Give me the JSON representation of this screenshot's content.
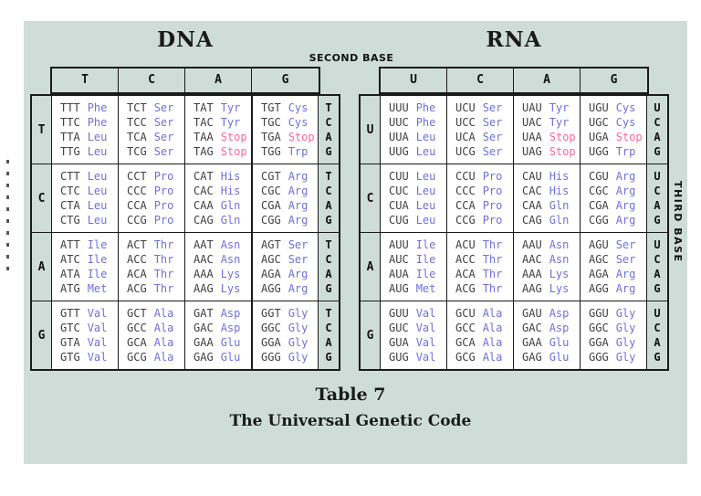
{
  "labels": {
    "second_base": "SECOND BASE",
    "third_base": "THIRD BASE"
  },
  "caption": {
    "line1": "Table 7",
    "line2": "The Universal Genetic Code"
  },
  "colors": {
    "panel_bg": "#cfddd9",
    "cell_bg": "#ffffff",
    "codon_text": "#404040",
    "amino_acid_text": "#6e70dc",
    "stop_text": "#ff6699",
    "border": "#1a1a1a"
  },
  "tables": [
    {
      "title": "DNA",
      "column_headers": [
        "T",
        "C",
        "A",
        "G"
      ],
      "row_headers": [
        "T",
        "C",
        "A",
        "G"
      ],
      "third_base_letters": [
        "T",
        "C",
        "A",
        "G"
      ],
      "cells": [
        [
          [
            [
              "TTT",
              "Phe"
            ],
            [
              "TTC",
              "Phe"
            ],
            [
              "TTA",
              "Leu"
            ],
            [
              "TTG",
              "Leu"
            ]
          ],
          [
            [
              "TCT",
              "Ser"
            ],
            [
              "TCC",
              "Ser"
            ],
            [
              "TCA",
              "Ser"
            ],
            [
              "TCG",
              "Ser"
            ]
          ],
          [
            [
              "TAT",
              "Tyr"
            ],
            [
              "TAC",
              "Tyr"
            ],
            [
              "TAA",
              "Stop"
            ],
            [
              "TAG",
              "Stop"
            ]
          ],
          [
            [
              "TGT",
              "Cys"
            ],
            [
              "TGC",
              "Cys"
            ],
            [
              "TGA",
              "Stop"
            ],
            [
              "TGG",
              "Trp"
            ]
          ]
        ],
        [
          [
            [
              "CTT",
              "Leu"
            ],
            [
              "CTC",
              "Leu"
            ],
            [
              "CTA",
              "Leu"
            ],
            [
              "CTG",
              "Leu"
            ]
          ],
          [
            [
              "CCT",
              "Pro"
            ],
            [
              "CCC",
              "Pro"
            ],
            [
              "CCA",
              "Pro"
            ],
            [
              "CCG",
              "Pro"
            ]
          ],
          [
            [
              "CAT",
              "His"
            ],
            [
              "CAC",
              "His"
            ],
            [
              "CAA",
              "Gln"
            ],
            [
              "CAG",
              "Gln"
            ]
          ],
          [
            [
              "CGT",
              "Arg"
            ],
            [
              "CGC",
              "Arg"
            ],
            [
              "CGA",
              "Arg"
            ],
            [
              "CGG",
              "Arg"
            ]
          ]
        ],
        [
          [
            [
              "ATT",
              "Ile"
            ],
            [
              "ATC",
              "Ile"
            ],
            [
              "ATA",
              "Ile"
            ],
            [
              "ATG",
              "Met"
            ]
          ],
          [
            [
              "ACT",
              "Thr"
            ],
            [
              "ACC",
              "Thr"
            ],
            [
              "ACA",
              "Thr"
            ],
            [
              "ACG",
              "Thr"
            ]
          ],
          [
            [
              "AAT",
              "Asn"
            ],
            [
              "AAC",
              "Asn"
            ],
            [
              "AAA",
              "Lys"
            ],
            [
              "AAG",
              "Lys"
            ]
          ],
          [
            [
              "AGT",
              "Ser"
            ],
            [
              "AGC",
              "Ser"
            ],
            [
              "AGA",
              "Arg"
            ],
            [
              "AGG",
              "Arg"
            ]
          ]
        ],
        [
          [
            [
              "GTT",
              "Val"
            ],
            [
              "GTC",
              "Val"
            ],
            [
              "GTA",
              "Val"
            ],
            [
              "GTG",
              "Val"
            ]
          ],
          [
            [
              "GCT",
              "Ala"
            ],
            [
              "GCC",
              "Ala"
            ],
            [
              "GCA",
              "Ala"
            ],
            [
              "GCG",
              "Ala"
            ]
          ],
          [
            [
              "GAT",
              "Asp"
            ],
            [
              "GAC",
              "Asp"
            ],
            [
              "GAA",
              "Glu"
            ],
            [
              "GAG",
              "Glu"
            ]
          ],
          [
            [
              "GGT",
              "Gly"
            ],
            [
              "GGC",
              "Gly"
            ],
            [
              "GGA",
              "Gly"
            ],
            [
              "GGG",
              "Gly"
            ]
          ]
        ]
      ]
    },
    {
      "title": "RNA",
      "column_headers": [
        "U",
        "C",
        "A",
        "G"
      ],
      "row_headers": [
        "U",
        "C",
        "A",
        "G"
      ],
      "third_base_letters": [
        "U",
        "C",
        "A",
        "G"
      ],
      "cells": [
        [
          [
            [
              "UUU",
              "Phe"
            ],
            [
              "UUC",
              "Phe"
            ],
            [
              "UUA",
              "Leu"
            ],
            [
              "UUG",
              "Leu"
            ]
          ],
          [
            [
              "UCU",
              "Ser"
            ],
            [
              "UCC",
              "Ser"
            ],
            [
              "UCA",
              "Ser"
            ],
            [
              "UCG",
              "Ser"
            ]
          ],
          [
            [
              "UAU",
              "Tyr"
            ],
            [
              "UAC",
              "Tyr"
            ],
            [
              "UAA",
              "Stop"
            ],
            [
              "UAG",
              "Stop"
            ]
          ],
          [
            [
              "UGU",
              "Cys"
            ],
            [
              "UGC",
              "Cys"
            ],
            [
              "UGA",
              "Stop"
            ],
            [
              "UGG",
              "Trp"
            ]
          ]
        ],
        [
          [
            [
              "CUU",
              "Leu"
            ],
            [
              "CUC",
              "Leu"
            ],
            [
              "CUA",
              "Leu"
            ],
            [
              "CUG",
              "Leu"
            ]
          ],
          [
            [
              "CCU",
              "Pro"
            ],
            [
              "CCC",
              "Pro"
            ],
            [
              "CCA",
              "Pro"
            ],
            [
              "CCG",
              "Pro"
            ]
          ],
          [
            [
              "CAU",
              "His"
            ],
            [
              "CAC",
              "His"
            ],
            [
              "CAA",
              "Gln"
            ],
            [
              "CAG",
              "Gln"
            ]
          ],
          [
            [
              "CGU",
              "Arg"
            ],
            [
              "CGC",
              "Arg"
            ],
            [
              "CGA",
              "Arg"
            ],
            [
              "CGG",
              "Arg"
            ]
          ]
        ],
        [
          [
            [
              "AUU",
              "Ile"
            ],
            [
              "AUC",
              "Ile"
            ],
            [
              "AUA",
              "Ile"
            ],
            [
              "AUG",
              "Met"
            ]
          ],
          [
            [
              "ACU",
              "Thr"
            ],
            [
              "ACC",
              "Thr"
            ],
            [
              "ACA",
              "Thr"
            ],
            [
              "ACG",
              "Thr"
            ]
          ],
          [
            [
              "AAU",
              "Asn"
            ],
            [
              "AAC",
              "Asn"
            ],
            [
              "AAA",
              "Lys"
            ],
            [
              "AAG",
              "Lys"
            ]
          ],
          [
            [
              "AGU",
              "Ser"
            ],
            [
              "AGC",
              "Ser"
            ],
            [
              "AGA",
              "Arg"
            ],
            [
              "AGG",
              "Arg"
            ]
          ]
        ],
        [
          [
            [
              "GUU",
              "Val"
            ],
            [
              "GUC",
              "Val"
            ],
            [
              "GUA",
              "Val"
            ],
            [
              "GUG",
              "Val"
            ]
          ],
          [
            [
              "GCU",
              "Ala"
            ],
            [
              "GCC",
              "Ala"
            ],
            [
              "GCA",
              "Ala"
            ],
            [
              "GCG",
              "Ala"
            ]
          ],
          [
            [
              "GAU",
              "Asp"
            ],
            [
              "GAC",
              "Asp"
            ],
            [
              "GAA",
              "Glu"
            ],
            [
              "GAG",
              "Glu"
            ]
          ],
          [
            [
              "GGU",
              "Gly"
            ],
            [
              "GGC",
              "Gly"
            ],
            [
              "GGA",
              "Gly"
            ],
            [
              "GGG",
              "Gly"
            ]
          ]
        ]
      ]
    }
  ]
}
